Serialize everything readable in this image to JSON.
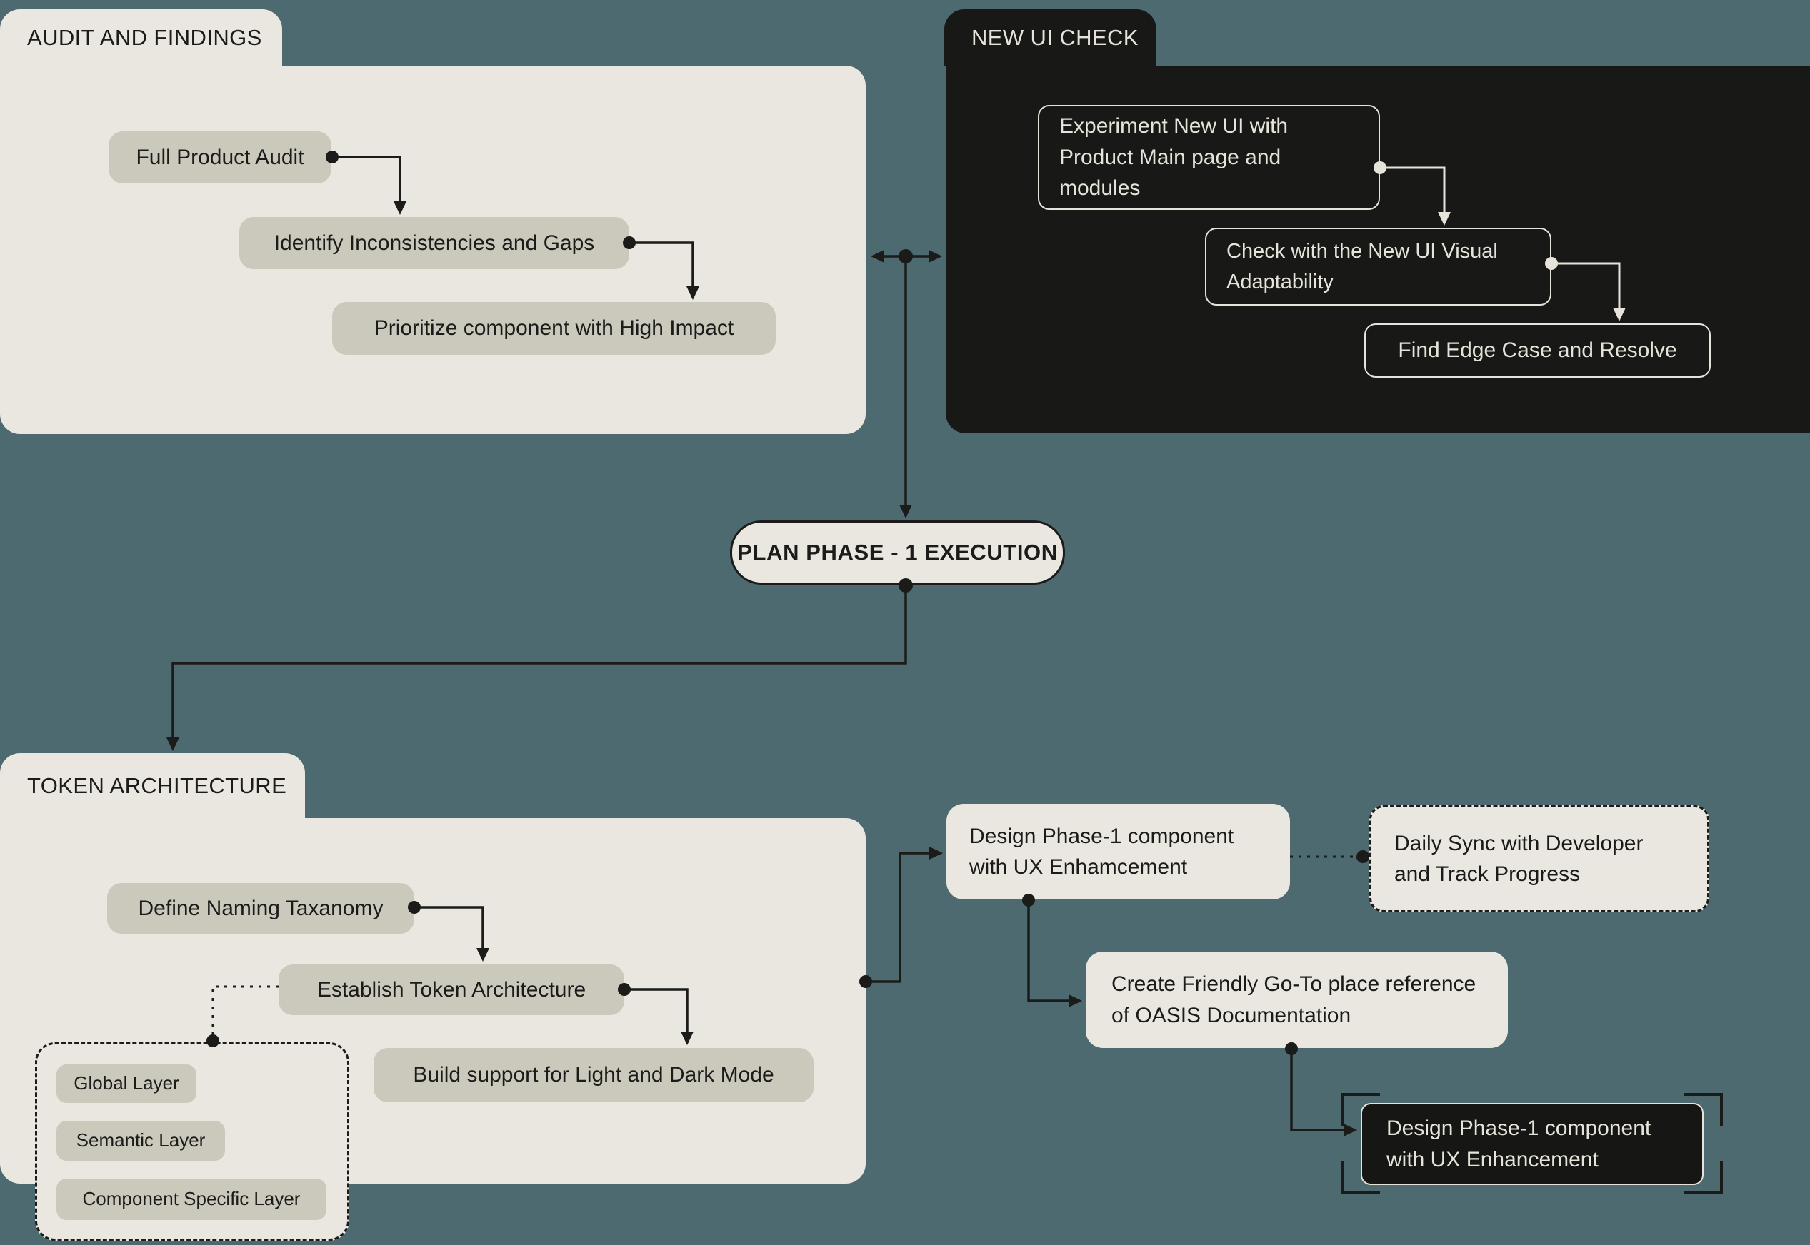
{
  "palette": {
    "background": "#4d6a71",
    "surface_light": "#e9e7e0",
    "surface_dark": "#181816",
    "node_fill": "#cbc9bc",
    "ink_dark": "#1b1b19",
    "ink_light": "#e6e4da"
  },
  "audit": {
    "tab": "AUDIT AND FINDINGS",
    "steps": [
      "Full Product Audit",
      "Identify Inconsistencies and Gaps",
      "Prioritize component with High Impact"
    ]
  },
  "new_ui": {
    "tab": "NEW UI CHECK",
    "steps": [
      "Experiment New UI with Product Main page and modules",
      "Check with the New UI Visual Adaptability",
      "Find Edge Case and Resolve"
    ]
  },
  "plan": {
    "label": "PLAN PHASE - 1 EXECUTION"
  },
  "token": {
    "tab": "TOKEN ARCHITECTURE",
    "steps": [
      "Define Naming Taxanomy",
      "Establish Token Architecture",
      "Build support for Light and Dark Mode"
    ],
    "layers": [
      "Global Layer",
      "Semantic Layer",
      "Component Specific Layer"
    ]
  },
  "execution": {
    "design": "Design Phase-1 component with UX Enhamcement",
    "daily_sync": "Daily Sync with Developer and Track Progress",
    "create_reference": "Create Friendly Go-To place reference of OASIS Documentation",
    "design_final": "Design Phase-1 component with UX Enhancement"
  }
}
